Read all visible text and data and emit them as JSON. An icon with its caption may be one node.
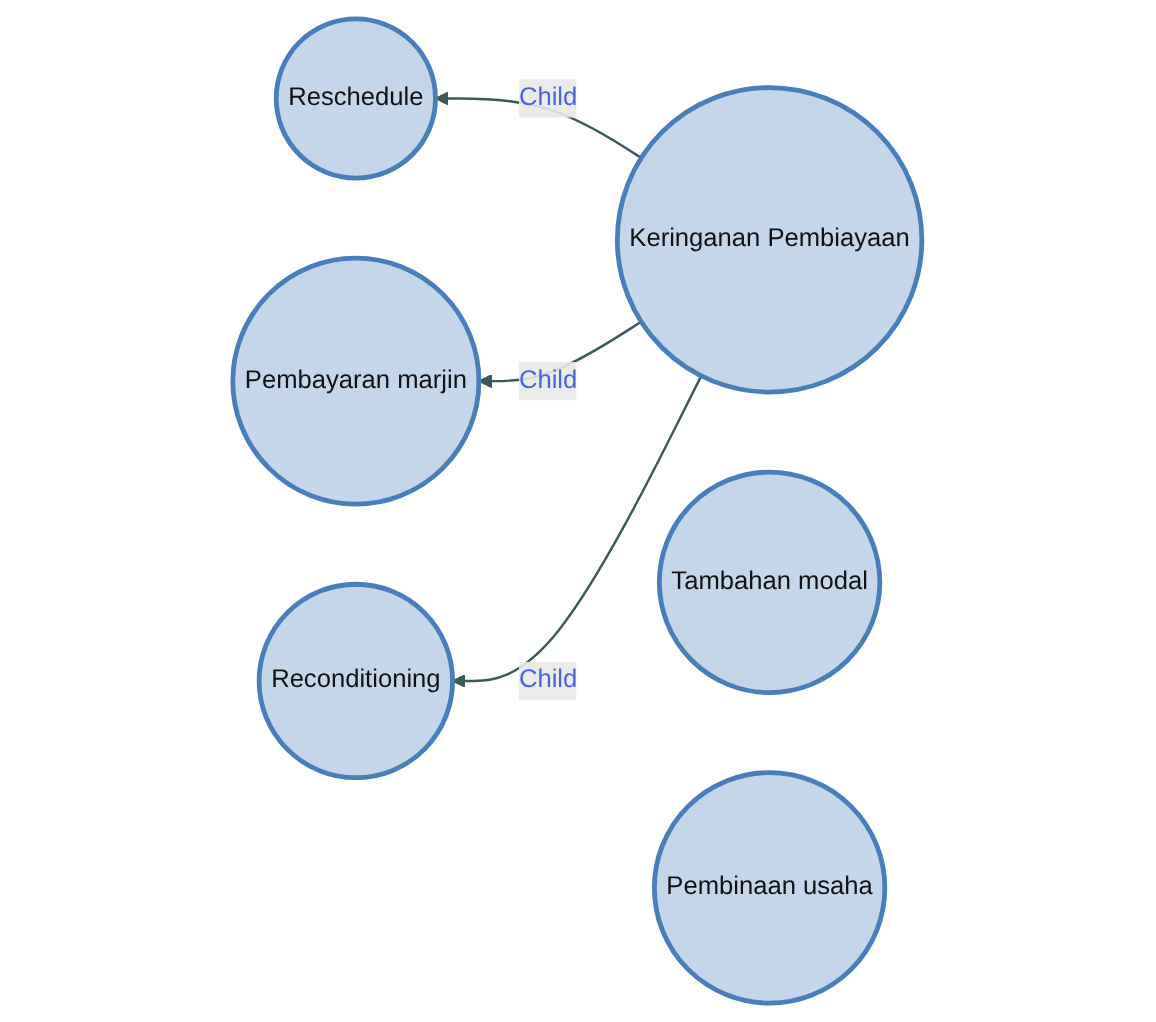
{
  "diagram": {
    "nodes": [
      {
        "text": [
          "Reschedule"
        ]
      },
      {
        "text": [
          "Pembayaran marjin"
        ]
      },
      {
        "text": [
          "Reconditioning"
        ]
      },
      {
        "text": [
          "Keringanan Pembiayaan"
        ]
      },
      {
        "text": [
          "Tambahan modal"
        ]
      },
      {
        "text": [
          "Pembinaan usaha"
        ]
      }
    ],
    "edges": [
      {
        "from": 3,
        "to": 0,
        "arrow": "to",
        "label": "Child"
      },
      {
        "from": 3,
        "to": 1,
        "arrow": "to",
        "label": "Child"
      },
      {
        "from": 3,
        "to": 2,
        "arrow": "to",
        "label": "Child"
      }
    ]
  }
}
